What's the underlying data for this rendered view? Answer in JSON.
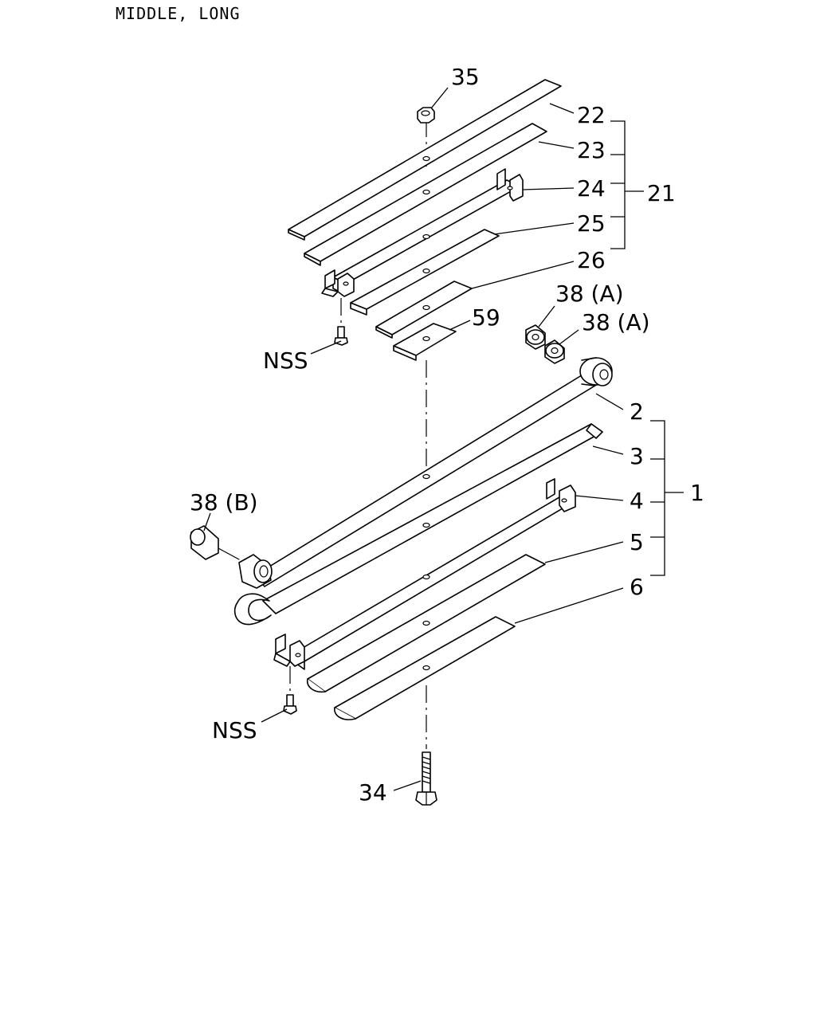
{
  "title": "MIDDLE, LONG",
  "callouts": {
    "c35": "35",
    "c22": "22",
    "c23": "23",
    "c24": "24",
    "c25": "25",
    "c26": "26",
    "c21": "21",
    "c59": "59",
    "c38a1": "38 (A)",
    "c38a2": "38 (A)",
    "nss_upper": "NSS",
    "c2": "2",
    "c3": "3",
    "c4": "4",
    "c5": "5",
    "c6": "6",
    "c1": "1",
    "c38b": "38 (B)",
    "nss_lower": "NSS",
    "c34": "34"
  }
}
